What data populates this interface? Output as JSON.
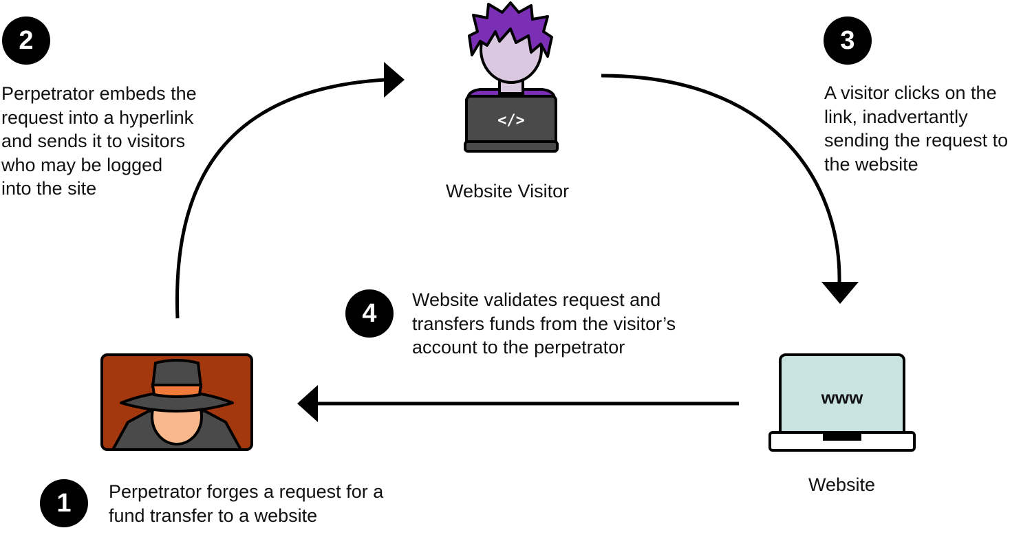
{
  "steps": [
    {
      "number": "1",
      "lines": [
        "Perpetrator forges a request for a",
        "fund transfer to a website"
      ]
    },
    {
      "number": "2",
      "lines": [
        "Perpetrator embeds the",
        "request into a hyperlink",
        "and sends it to visitors",
        "who may be logged",
        "into the site"
      ]
    },
    {
      "number": "3",
      "lines": [
        "A visitor clicks on the",
        "link, inadvertantly",
        "sending the request to",
        "the website"
      ]
    },
    {
      "number": "4",
      "lines": [
        "Website validates request and",
        "transfers funds from the visitor’s",
        "account to the perpetrator"
      ]
    }
  ],
  "labels": {
    "visitor": "Website Visitor",
    "website": "Website"
  },
  "figures": {
    "laptop_code": "</>",
    "website_screen": "www"
  },
  "colors": {
    "visitor_hair": "#7B2FB5",
    "visitor_skin": "#D9C8DF",
    "laptop_dark": "#4A4A4A",
    "perpetrator_bg": "#A3380F",
    "perpetrator_band": "#F07A3A",
    "perpetrator_face": "#F8B88B",
    "website_screen": "#C8E3E0"
  },
  "icons": [
    "hacker-icon",
    "visitor-icon",
    "laptop-icon",
    "arrow-icon"
  ]
}
